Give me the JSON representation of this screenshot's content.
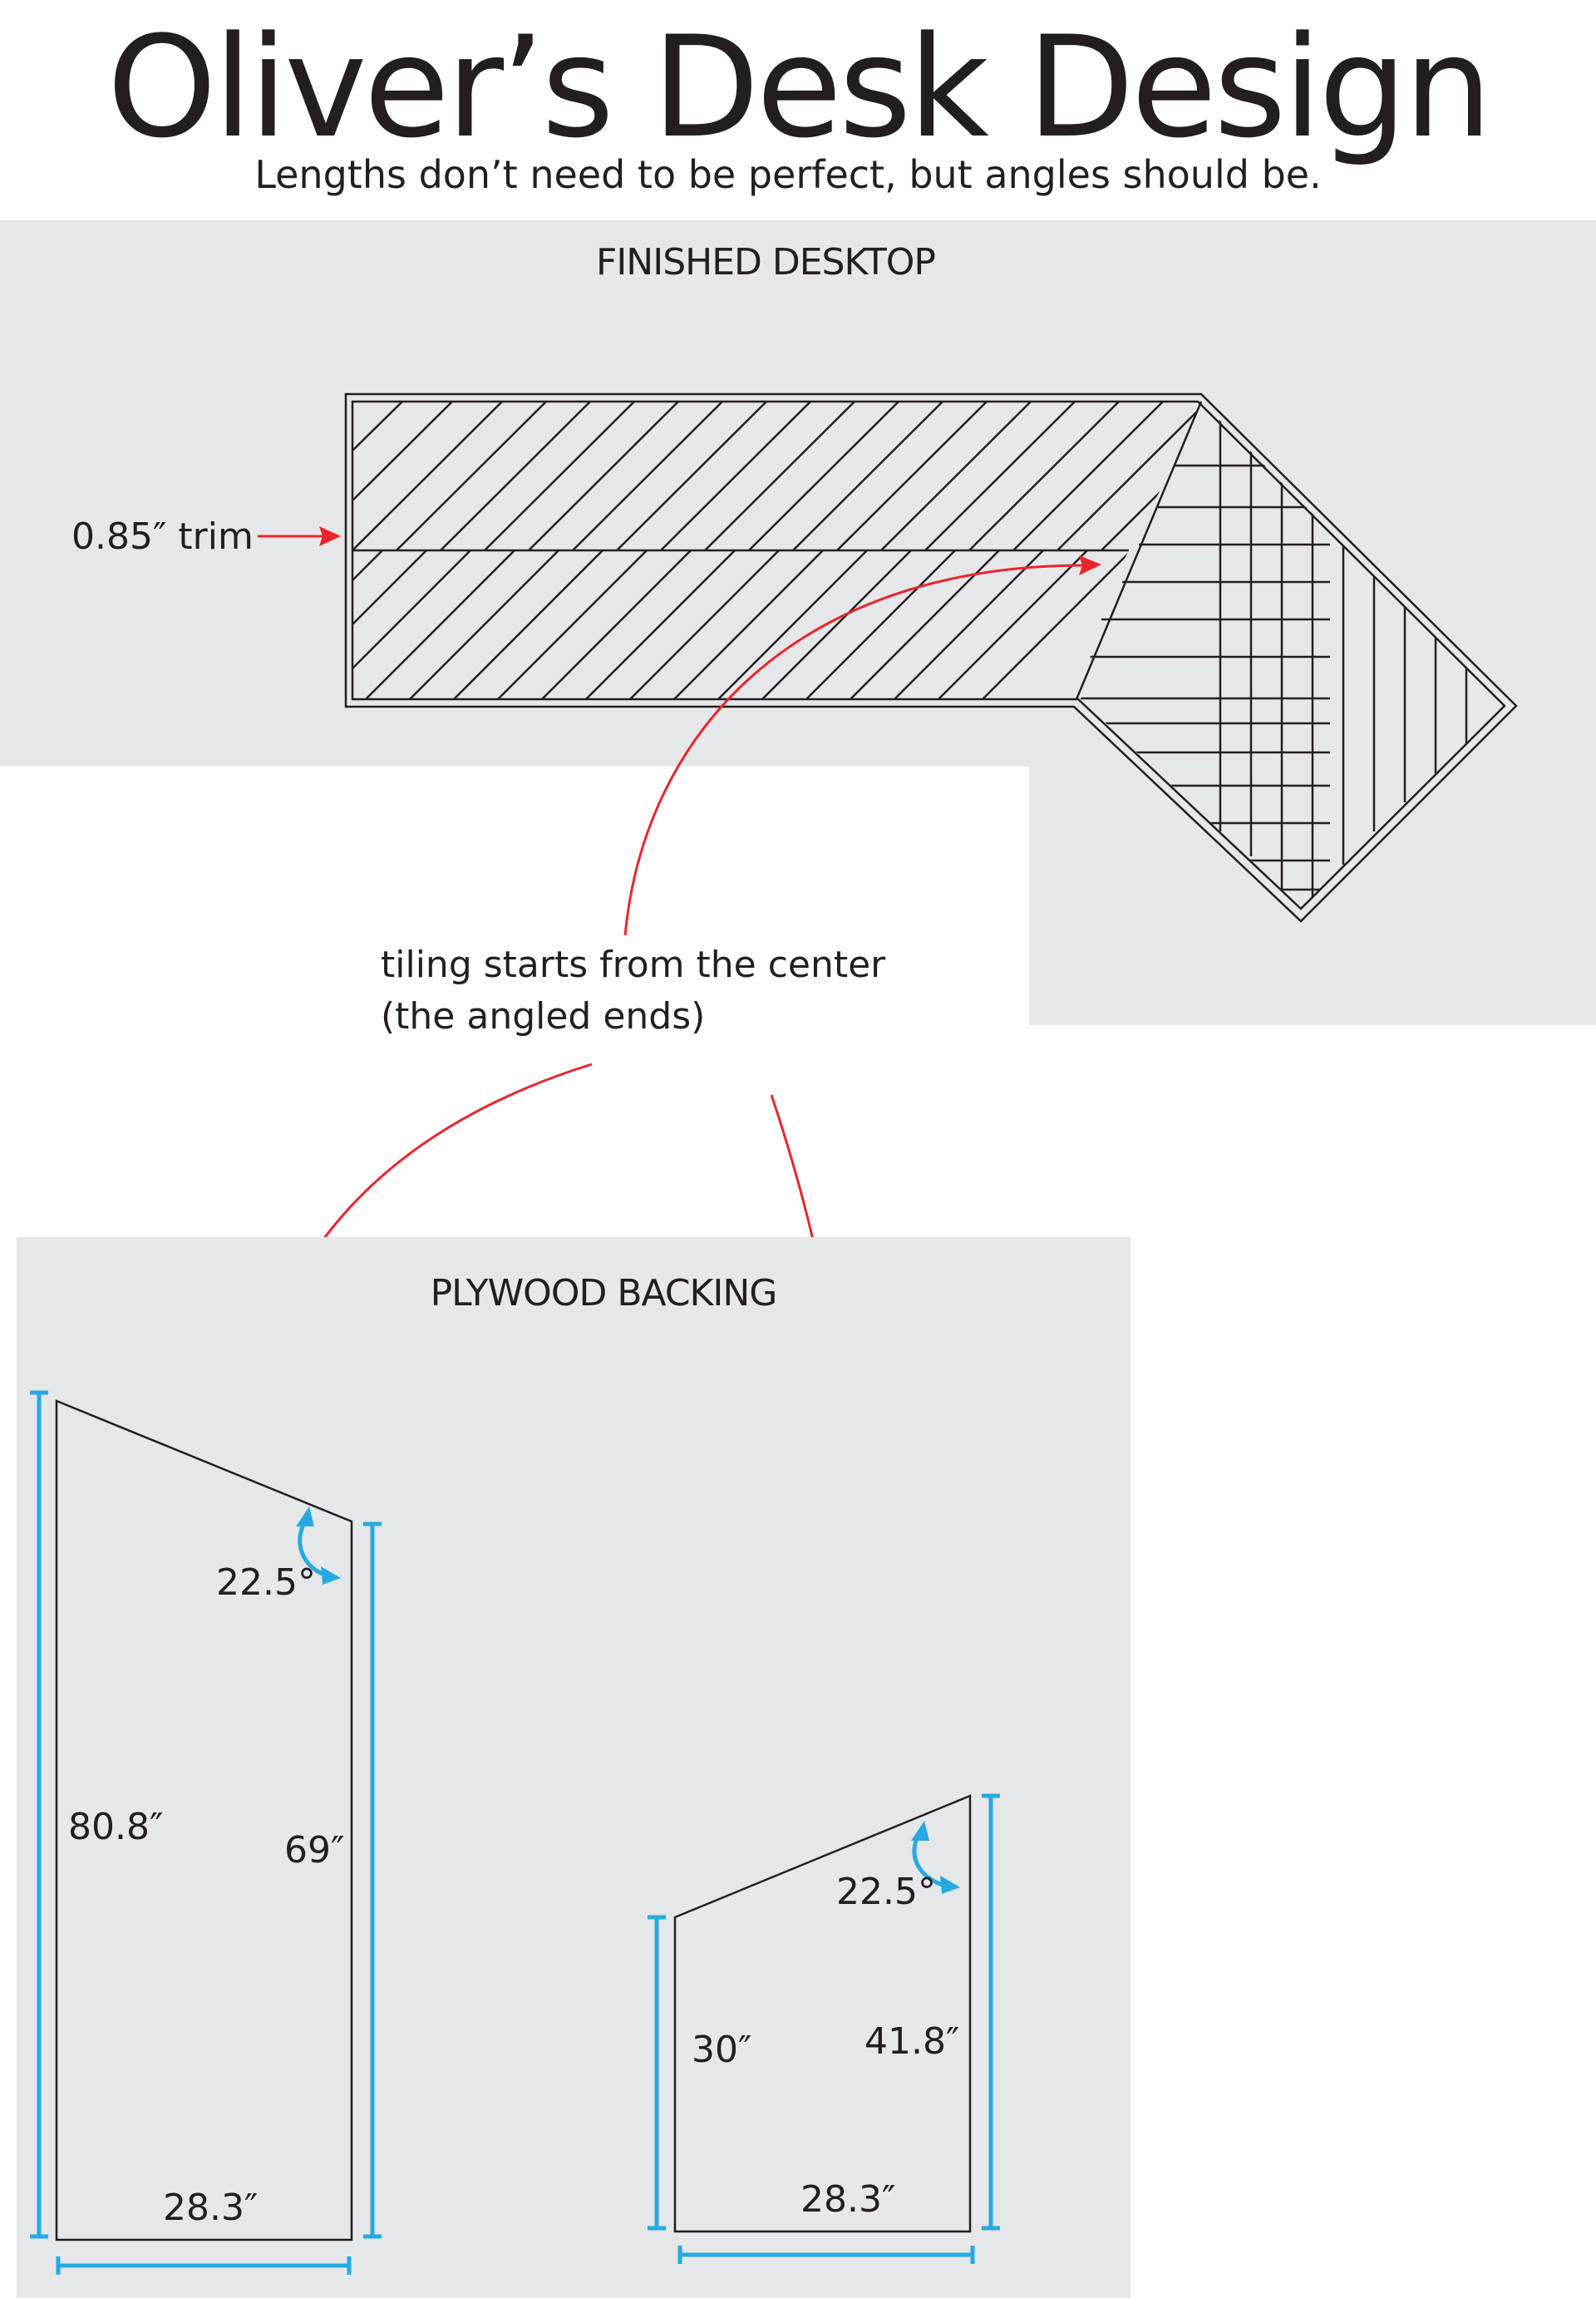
{
  "title": "Oliver’s Desk Design",
  "subtitle": "Lengths don’t need to be perfect, but angles should be.",
  "desktop": {
    "heading": "FINISHED DESKTOP",
    "trim_label": "0.85″ trim"
  },
  "tiling_note": {
    "line1": "tiling starts from the center",
    "line2": "(the angled ends)"
  },
  "backing": {
    "heading": "PLYWOOD BACKING",
    "left_panel": {
      "angle": "22.5°",
      "left_height": "80.8″",
      "right_height": "69″",
      "width": "28.3″"
    },
    "right_panel": {
      "angle": "22.5°",
      "left_height": "30″",
      "right_height": "41.8″",
      "width": "28.3″"
    }
  },
  "colors": {
    "panel_bg": "#e6e7e8",
    "ink": "#231f20",
    "arrow_red": "#e8262d",
    "dimension_blue": "#27aae1"
  }
}
